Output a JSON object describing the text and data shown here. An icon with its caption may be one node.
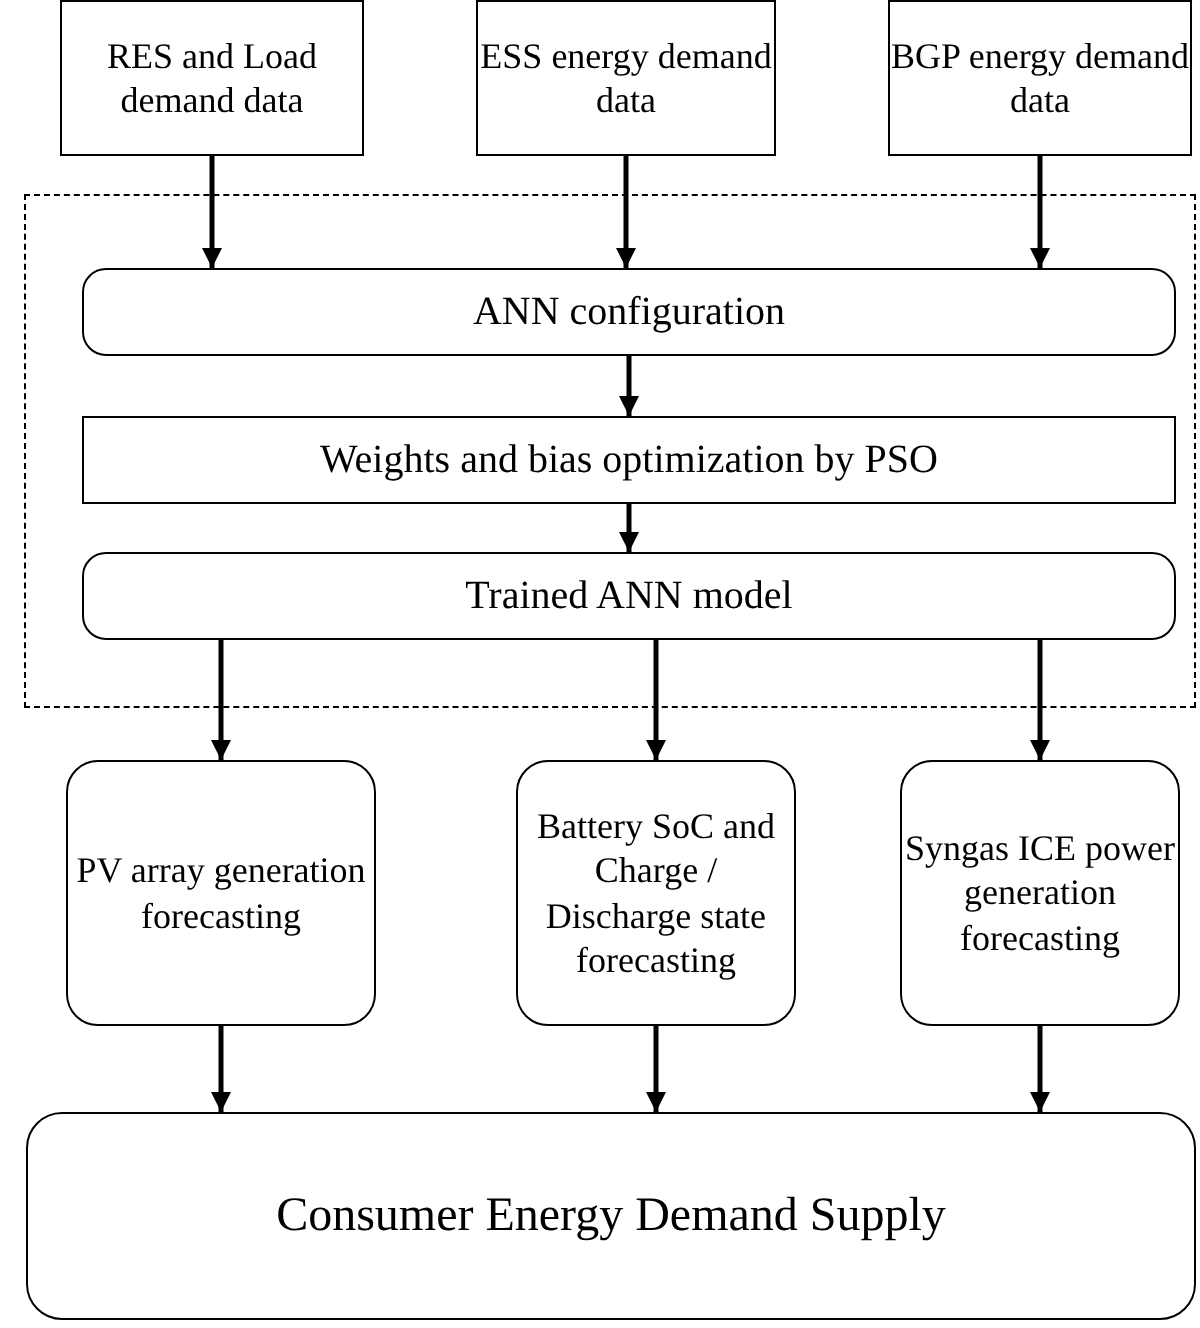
{
  "diagram": {
    "nodes": [
      {
        "text": [
          "RES and Load demand data"
        ]
      },
      {
        "text": [
          "ESS energy demand data"
        ]
      },
      {
        "text": [
          "BGP energy demand data"
        ]
      },
      {
        "text": [],
        "shape": "box"
      },
      {
        "text": [
          "ANN configuration"
        ],
        "in": 3
      },
      {
        "text": [
          "Weights and bias optimization by PSO"
        ],
        "in": 3
      },
      {
        "text": [
          "Trained ANN model"
        ],
        "in": 3
      },
      {
        "text": [
          "PV array generation forecasting"
        ]
      },
      {
        "text": [
          "Battery SoC and Charge / Discharge state forecasting"
        ]
      },
      {
        "text": [
          "Syngas ICE power generation forecasting"
        ]
      },
      {
        "text": [
          "Consumer Energy Demand Supply"
        ]
      }
    ],
    "edges": [
      {
        "from": 0,
        "to": 4,
        "arrow": "to"
      },
      {
        "from": 1,
        "to": 4,
        "arrow": "to"
      },
      {
        "from": 2,
        "to": 4,
        "arrow": "to"
      },
      {
        "from": 4,
        "to": 5,
        "arrow": "to"
      },
      {
        "from": 5,
        "to": 6,
        "arrow": "to"
      },
      {
        "from": 6,
        "to": 7,
        "arrow": "to"
      },
      {
        "from": 6,
        "to": 8,
        "arrow": "to"
      },
      {
        "from": 6,
        "to": 9,
        "arrow": "to"
      },
      {
        "from": 7,
        "to": 10,
        "arrow": "to"
      },
      {
        "from": 8,
        "to": 10,
        "arrow": "to"
      },
      {
        "from": 9,
        "to": 10,
        "arrow": "to"
      }
    ]
  }
}
